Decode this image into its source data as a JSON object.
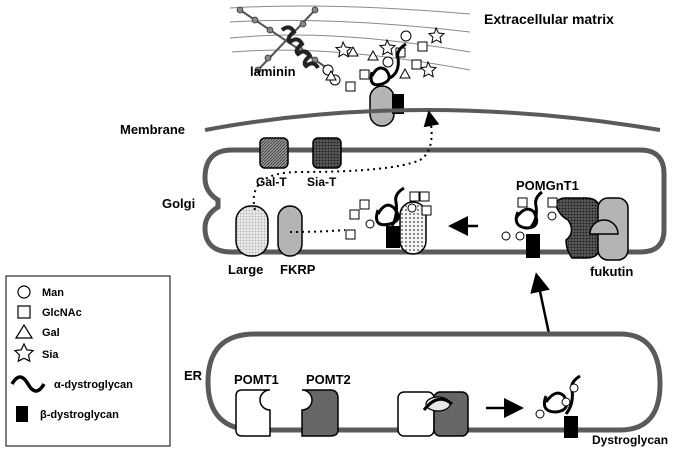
{
  "labels": {
    "ecm": "Extracellular matrix",
    "laminin": "laminin",
    "membrane": "Membrane",
    "golgi": "Golgi",
    "er": "ER",
    "galt": "Gal-T",
    "siat": "Sia-T",
    "large": "Large",
    "fkrp": "FKRP",
    "pomgnt1": "POMGnT1",
    "fukutin": "fukutin",
    "pomt1": "POMT1",
    "pomt2": "POMT2",
    "dystroglycan": "Dystroglycan"
  },
  "legend": {
    "man": "Man",
    "glcnac": "GlcNAc",
    "gal": "Gal",
    "sia": "Sia",
    "alpha_dg": "α-dystroglycan",
    "beta_dg": "β-dystroglycan"
  },
  "colors": {
    "stroke": "#000000",
    "membrane": "#5a5a5a",
    "gray_mid": "#b4b4b4",
    "gray_dark": "#666666",
    "gray_light": "#e6e6e6",
    "ecm_lines": "#8a8a8a"
  }
}
